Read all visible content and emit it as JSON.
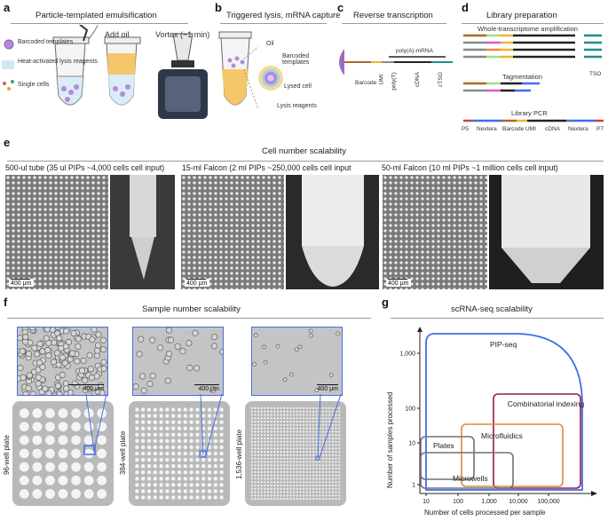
{
  "panels": {
    "a": {
      "letter": "a",
      "title": "Particle-templated emulsification",
      "legend": [
        "Barcoded templates",
        "Heat-activated lysis reagents",
        "Single cells"
      ],
      "steps": [
        "Add oil",
        "Vortex (~1 min)"
      ]
    },
    "b": {
      "letter": "b",
      "title": "Triggered lysis, mRNA capture",
      "labels": [
        "Oil",
        "Barcoded templates",
        "Lysed cell",
        "Lysis reagents"
      ]
    },
    "c": {
      "letter": "c",
      "title": "Reverse transcription",
      "top_label": "poly(A)-mRNA",
      "segments": [
        "Barcode",
        "UMI",
        "poly(T)",
        "cDNA",
        "cTSO"
      ]
    },
    "d": {
      "letter": "d",
      "title": "Library preparation",
      "subtitles": [
        "Whole-transcriptome amplification",
        "Tagmentation",
        "Library PCR"
      ],
      "tso": "TSO",
      "pcr_segments": [
        "P5",
        "Nextera",
        "Barcode",
        "UMI",
        "cDNA",
        "Nextera",
        "P7"
      ]
    },
    "e": {
      "letter": "e",
      "title": "Cell number scalability",
      "captions": [
        "500-ul tube (35 ul PIPs ~4,000 cells cell input)",
        "15-ml Falcon (2 ml PIPs ~250,000 cells cell input",
        "50-ml Falcon (10 ml PIPs ~1 million cells cell input)"
      ],
      "scale": "400 μm"
    },
    "f": {
      "letter": "f",
      "title": "Sample number scalability",
      "plates": [
        "96-well plate",
        "384-well plate",
        "1,536-well plate"
      ],
      "scale": "400 μm"
    },
    "g": {
      "letter": "g",
      "title": "scRNA-seq scalability"
    }
  },
  "chart_data": {
    "type": "area",
    "title": "scRNA-seq scalability",
    "xlabel": "Number of cells processed per sample",
    "ylabel": "Number of samples processed",
    "x_scale": "log",
    "y_scale": "log",
    "x_ticks": [
      "10",
      "100",
      "1,000",
      "10,000",
      "100,000"
    ],
    "y_ticks": [
      "1",
      "10",
      "100",
      "1,000"
    ],
    "regions": [
      {
        "name": "PIP-seq",
        "color": "#3f6fe8"
      },
      {
        "name": "Combinatorial indexing",
        "color": "#9b1b45"
      },
      {
        "name": "Microfluidics",
        "color": "#d98a48"
      },
      {
        "name": "Plates",
        "color": "#707070"
      },
      {
        "name": "Microwells",
        "color": "#707070"
      }
    ]
  }
}
